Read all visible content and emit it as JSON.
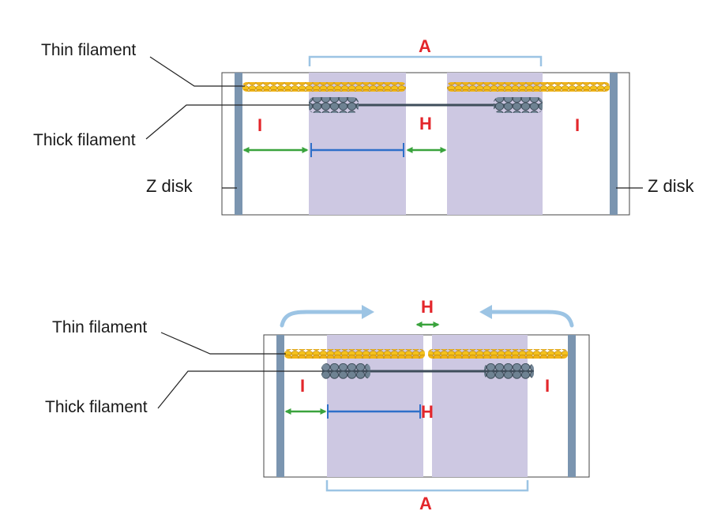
{
  "colors": {
    "z_disk": "#7b95b0",
    "a_band_shade": "#cdc8e2",
    "thin_filament": "#f4c21c",
    "thick_filament": "#6e8292",
    "green_arrow": "#3aa33d",
    "blue_bar": "#2e6fc9",
    "bracket": "#9cc4e4",
    "band_label": "#e3262b"
  },
  "relaxed": {
    "thin_filament_label": "Thin filament",
    "thick_filament_label": "Thick filament",
    "z_disk_left_label": "Z disk",
    "z_disk_right_label": "Z disk",
    "a_label": "A",
    "h_label": "H",
    "i_left_label": "I",
    "i_right_label": "I"
  },
  "contracted": {
    "thin_filament_label": "Thin filament",
    "thick_filament_label": "Thick filament",
    "a_label": "A",
    "h_top_label": "H",
    "h_mid_label": "H",
    "i_left_label": "I",
    "i_right_label": "I"
  }
}
